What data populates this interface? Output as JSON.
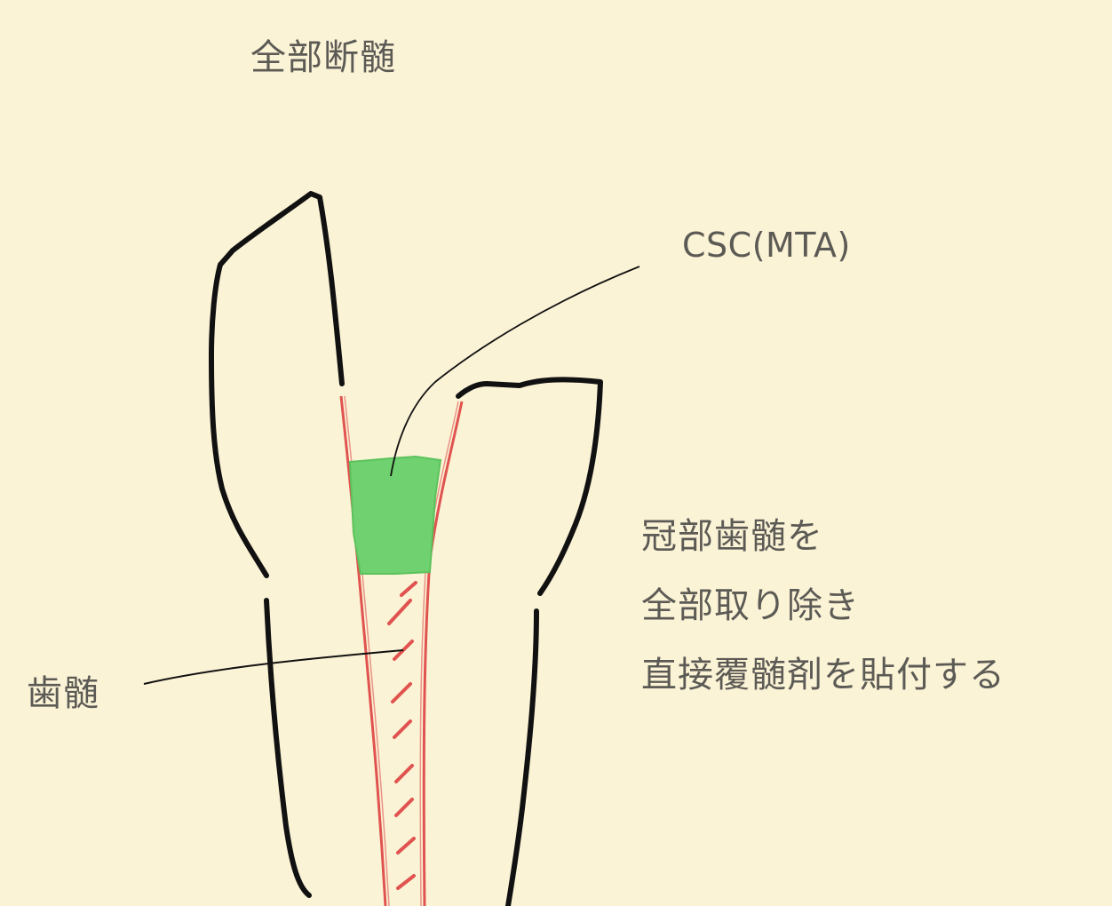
{
  "title": "全部断髄",
  "labels": {
    "material": "CSC(MTA)",
    "pulp": "歯髄"
  },
  "description": [
    "冠部歯髄を",
    "全部取り除き",
    "直接覆髄剤を貼付する"
  ],
  "colors": {
    "background": "#fbf3d6",
    "tooth_outline": "#111111",
    "pulp_canal": "#e0534f",
    "capping_material": "#6fd16f",
    "leader_line": "#111111",
    "text": "#5c5a55"
  }
}
